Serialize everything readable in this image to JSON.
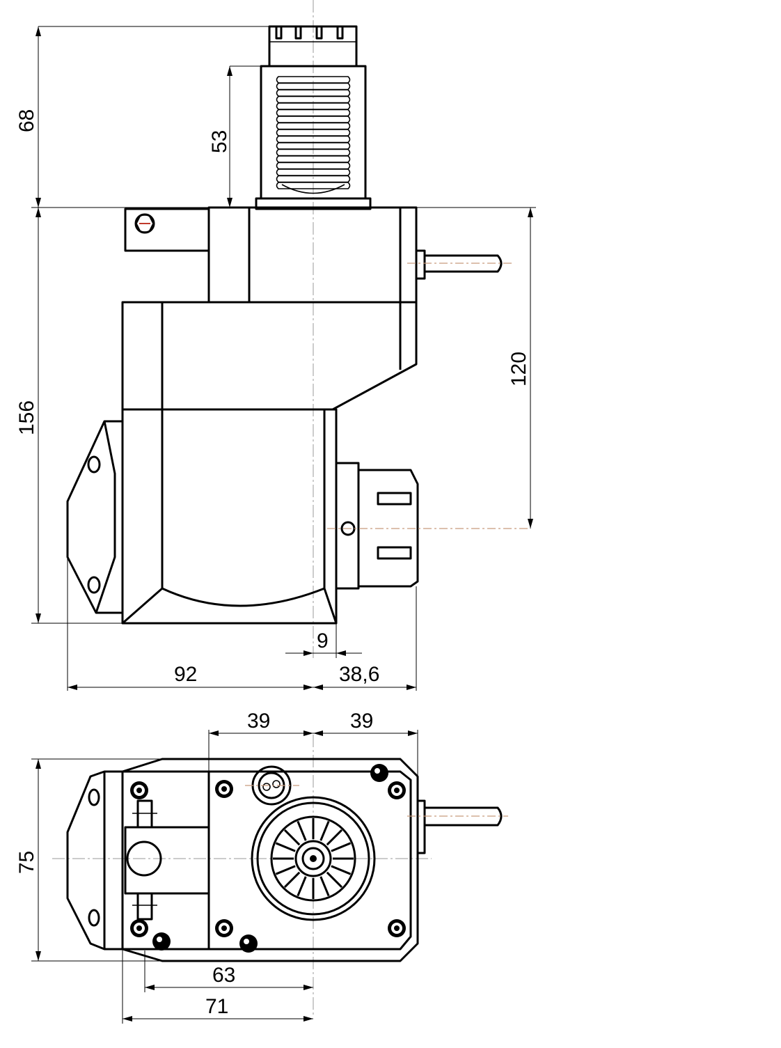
{
  "dimensions": {
    "top_height": "68",
    "shank_height": "53",
    "body_height": "156",
    "output_height": "120",
    "offset": "9",
    "left_width": "92",
    "right_width": "38,6",
    "top_view_left": "39",
    "top_view_right": "39",
    "top_view_height": "75",
    "bottom_inner": "63",
    "bottom_outer": "71"
  },
  "colors": {
    "line": "#000000",
    "centerline": "#9a9a9a",
    "accent_centerline": "#c79a7c",
    "background": "#ffffff"
  }
}
